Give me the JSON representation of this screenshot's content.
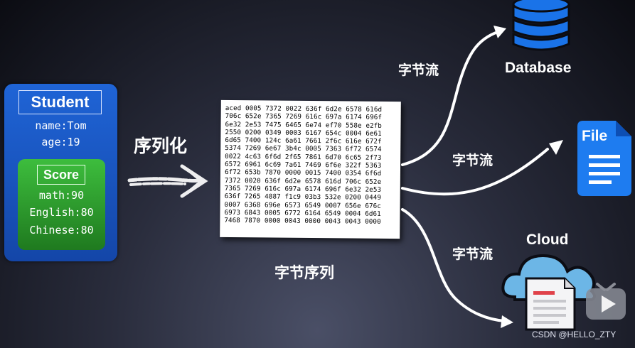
{
  "student": {
    "title": "Student",
    "name": "name:Tom",
    "age": "age:19",
    "score": {
      "title": "Score",
      "math": "math:90",
      "english": "English:80",
      "chinese": "Chinese:80"
    }
  },
  "serialize_label": "序列化",
  "bytes_label": "字节序列",
  "hex_dump": "aced 0005 7372 0022 636f 6d2e 6578 616d\n706c 652e 7365 7269 616c 697a 6174 696f\n6e32 2e53 7475 6465 6e74 ef70 558e e2fb\n2550 0200 0349 0003 6167 654c 0004 6e61\n6d65 7400 124c 6a61 7661 2f6c 616e 672f\n5374 7269 6e67 3b4c 0005 7363 6f72 6574\n0022 4c63 6f6d 2f65 7861 6d70 6c65 2f73\n6572 6961 6c69 7a61 7469 6f6e 322f 5363\n6f72 653b 7870 0000 0015 7400 0354 6f6d\n7372 0020 636f 6d2e 6578 616d 706c 652e\n7365 7269 616c 697a 6174 696f 6e32 2e53\n636f 7265 4887 f1c9 03b3 532e 0200 0449\n0007 6368 696e 6573 6549 0007 656e 676c\n6973 6843 0005 6772 6164 6549 0004 6d61\n7468 7870 0000 0043 0000 0043 0043 0000",
  "stream_labels": {
    "database": "字节流",
    "file": "字节流",
    "cloud": "字节流"
  },
  "targets": {
    "database": "Database",
    "file": "File",
    "cloud": "Cloud"
  },
  "watermark": "CSDN @HELLO_ZTY",
  "colors": {
    "student_blue": "#1f64d6",
    "score_green": "#2e9e2e",
    "database_blue": "#1a73e8",
    "file_blue": "#1e7cf0",
    "cloud_blue": "#6cb6e6",
    "doc_red": "#e0424a"
  },
  "icons": [
    "arrow-right-icon",
    "database-icon",
    "file-icon",
    "cloud-icon",
    "document-icon",
    "play-icon"
  ]
}
